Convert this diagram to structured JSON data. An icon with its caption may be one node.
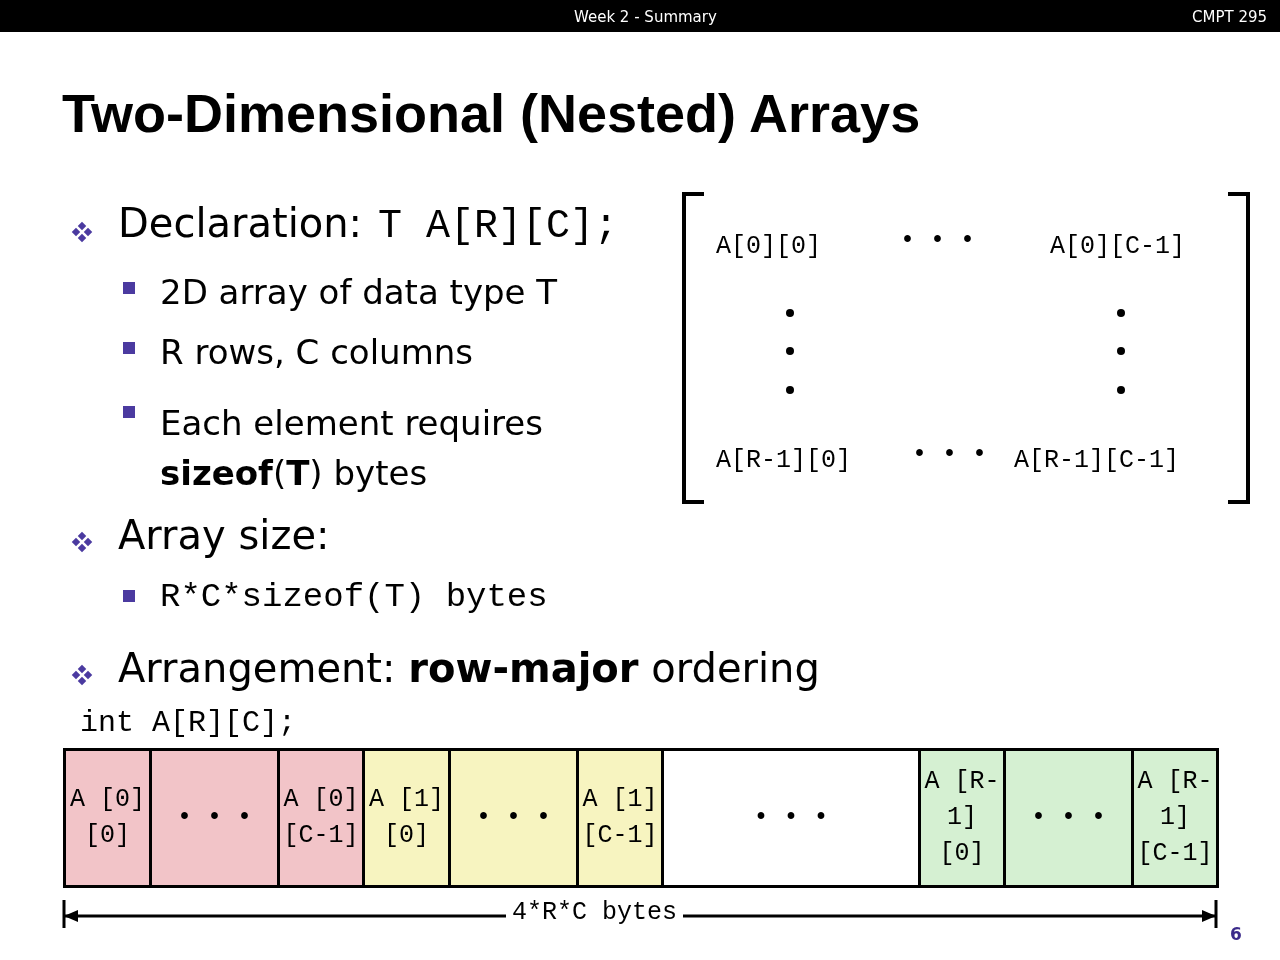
{
  "diagram": {
    "title": "Two-Dimensional (Nested) Arrays",
    "nodes": [
      {
        "text": [
          "A [0] [0]"
        ]
      },
      {
        "text": [
          "• • •"
        ]
      },
      {
        "text": [
          "A [0] [C-1]"
        ]
      },
      {
        "text": [
          "A [1] [0]"
        ]
      },
      {
        "text": [
          "• • •"
        ]
      },
      {
        "text": [
          "A [1] [C-1]"
        ]
      },
      {
        "text": [
          "• • •"
        ]
      },
      {
        "text": [
          "A [R-1] [0]"
        ]
      },
      {
        "text": [
          "• • •"
        ]
      },
      {
        "text": [
          "A [R-1] [C-1]"
        ]
      }
    ],
    "edges": [],
    "labels": [
      "Week 2 - Summary",
      "CMPT 295",
      "Declaration:",
      "T A[R][C];",
      "2D array of data type T",
      "R rows, C columns",
      "Each element requires **sizeof**(**T**) bytes",
      "A[0][0]",
      "• • •",
      "A[0][C-1]",
      "A[R-1][0]",
      "• • •",
      "A[R-1][C-1]",
      "Array size:",
      "R*C*sizeof(T) bytes",
      "Arrangement:  **row-major** ordering",
      "int A[R][C];",
      "4*R*C bytes",
      "6"
    ]
  }
}
